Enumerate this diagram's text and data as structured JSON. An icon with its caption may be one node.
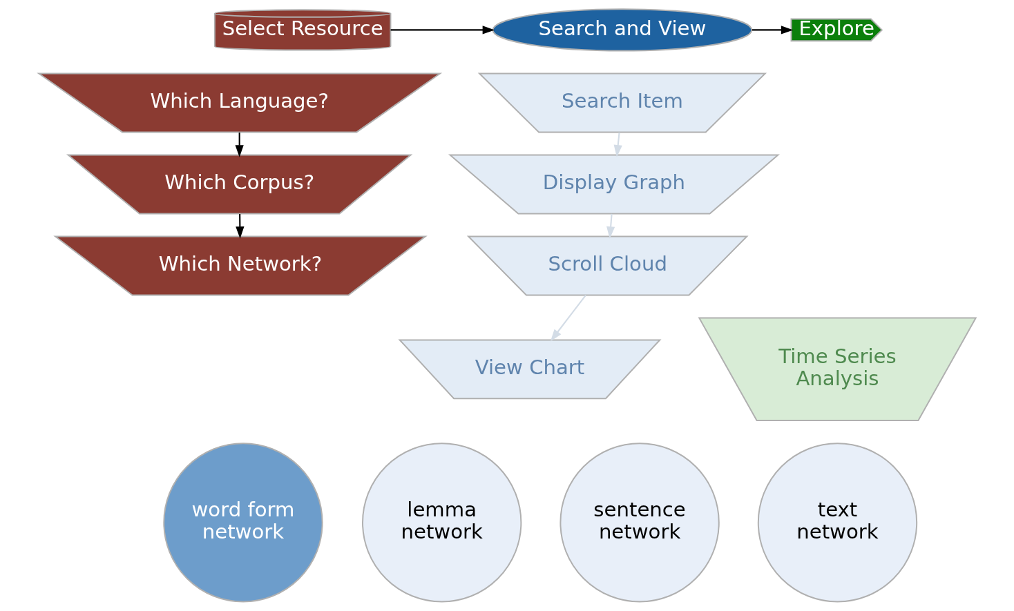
{
  "diagram": {
    "nodes": [
      {
        "text": [
          "Select Resource"
        ]
      },
      {
        "text": [
          "Search and View"
        ]
      },
      {
        "text": [
          "Explore"
        ]
      },
      {
        "text": [
          "Which Language?"
        ]
      },
      {
        "text": [
          "Which Corpus?"
        ]
      },
      {
        "text": [
          "Which Network?"
        ]
      },
      {
        "text": [
          "Search Item"
        ]
      },
      {
        "text": [
          "Display Graph"
        ]
      },
      {
        "text": [
          "Scroll Cloud"
        ]
      },
      {
        "text": [
          "View Chart"
        ]
      },
      {
        "text": [
          "Time Series Analysis"
        ]
      },
      {
        "text": [
          "word form network"
        ]
      },
      {
        "text": [
          "lemma network"
        ]
      },
      {
        "text": [
          "sentence network"
        ]
      },
      {
        "text": [
          "text network"
        ]
      }
    ],
    "edges": [
      {
        "from": 0,
        "to": 1,
        "arrow": "to"
      },
      {
        "from": 1,
        "to": 2,
        "arrow": "to"
      },
      {
        "from": 3,
        "to": 4,
        "arrow": "to"
      },
      {
        "from": 4,
        "to": 5,
        "arrow": "to"
      },
      {
        "from": 6,
        "to": 7,
        "arrow": "to",
        "color": "#d3dce6"
      },
      {
        "from": 7,
        "to": 8,
        "arrow": "to",
        "color": "#d3dce6"
      },
      {
        "from": 8,
        "to": 9,
        "arrow": "to",
        "color": "#d3dce6"
      }
    ]
  }
}
